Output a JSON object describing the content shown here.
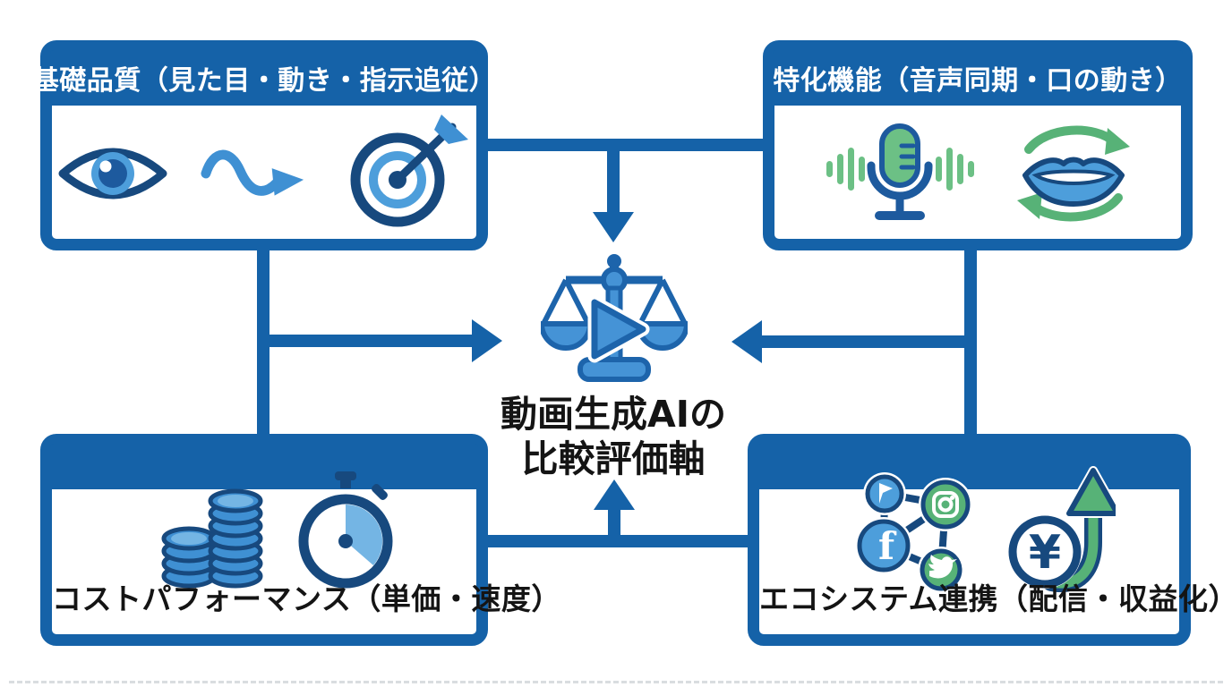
{
  "diagram": {
    "center": {
      "icon": "balance-scale-play-icon",
      "title_line1": "動画生成AIの",
      "title_line2": "比較評価軸"
    },
    "boxes": {
      "basic_quality": {
        "title": "基礎品質（見た目・動き・指示追従）",
        "icons": [
          "eye-icon",
          "motion-wave-arrow-icon",
          "target-arrow-icon"
        ]
      },
      "specialized": {
        "title": "特化機能（音声同期・口の動き）",
        "icons": [
          "microphone-audio-waves-icon",
          "lips-sync-cycle-icon"
        ]
      },
      "cost_performance": {
        "title": "コストパフォーマンス（単価・速度）",
        "icons": [
          "coin-stacks-icon",
          "stopwatch-icon"
        ]
      },
      "ecosystem": {
        "title": "エコシステム連携（配信・収益化）",
        "icons": [
          "social-network-icon",
          "yen-growth-arrow-icon"
        ]
      }
    },
    "glyphs": {
      "yen": "¥",
      "facebook_f": "f"
    },
    "colors": {
      "primary_blue": "#1562a8",
      "icon_navy": "#17497e",
      "mid_blue": "#3f90d3",
      "light_blue": "#74b5e4",
      "green": "#57b277",
      "label_black": "#141414"
    }
  }
}
